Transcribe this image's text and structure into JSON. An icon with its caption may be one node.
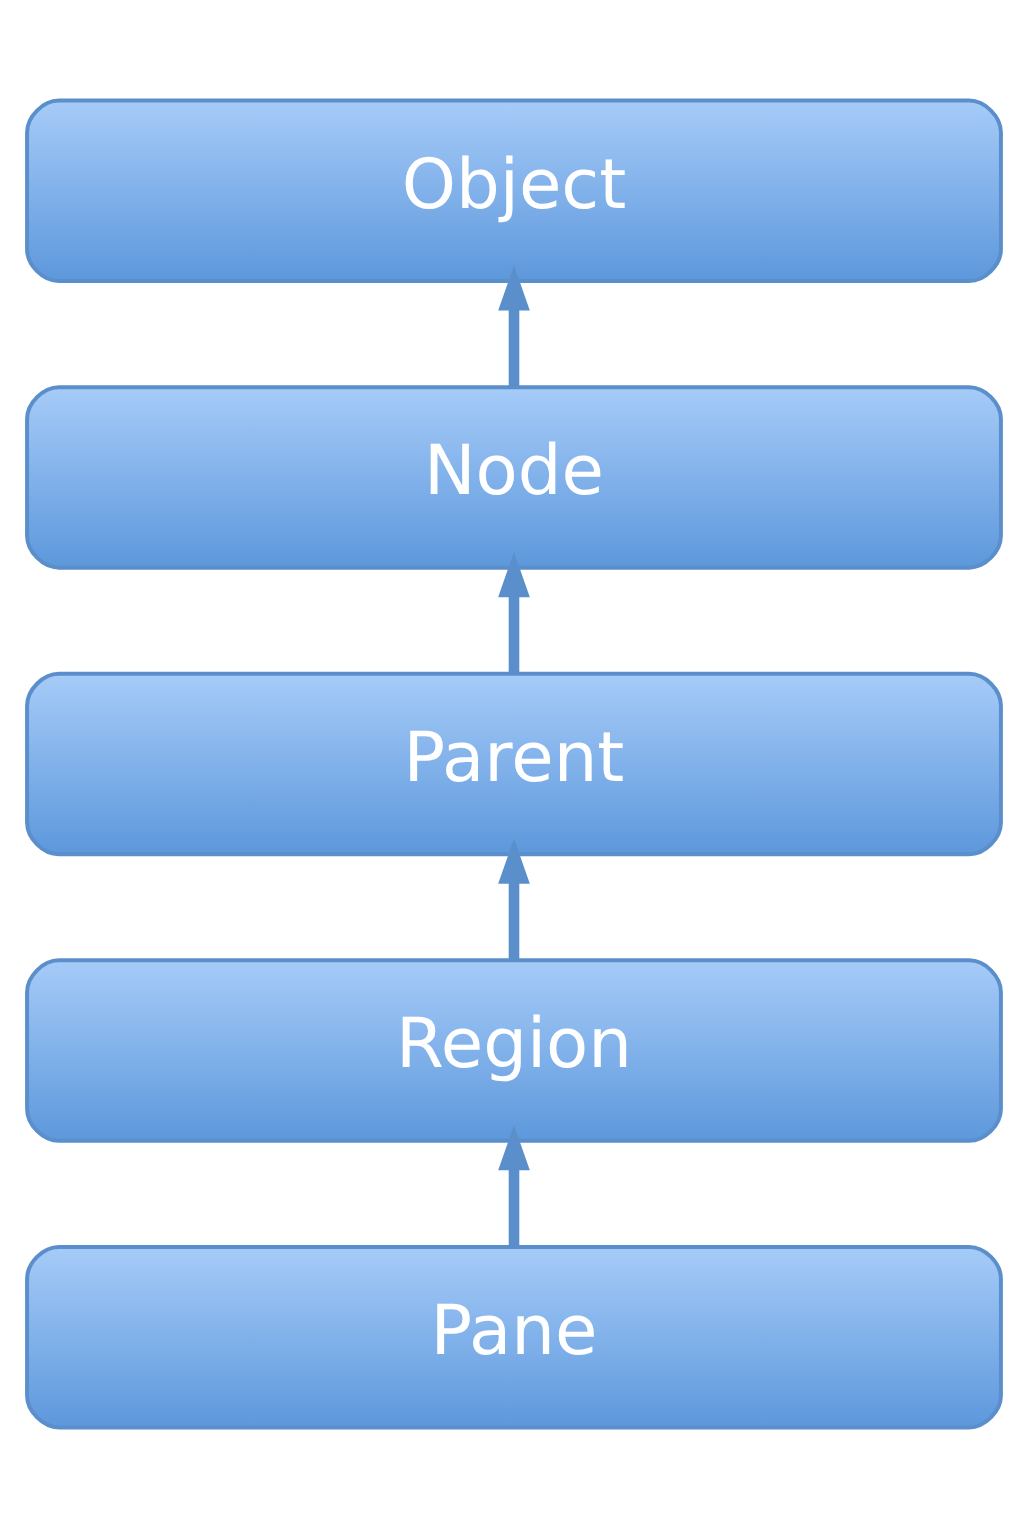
{
  "diagram": {
    "nodes": [
      {
        "text": [
          "Object"
        ]
      },
      {
        "text": [
          "Node"
        ]
      },
      {
        "text": [
          "Parent"
        ]
      },
      {
        "text": [
          "Region"
        ]
      },
      {
        "text": [
          "Pane"
        ]
      }
    ],
    "edges": [
      {
        "from": 1,
        "to": 0,
        "arrow": "to"
      },
      {
        "from": 2,
        "to": 1,
        "arrow": "to"
      },
      {
        "from": 3,
        "to": 2,
        "arrow": "to"
      },
      {
        "from": 4,
        "to": 3,
        "arrow": "to"
      }
    ]
  }
}
